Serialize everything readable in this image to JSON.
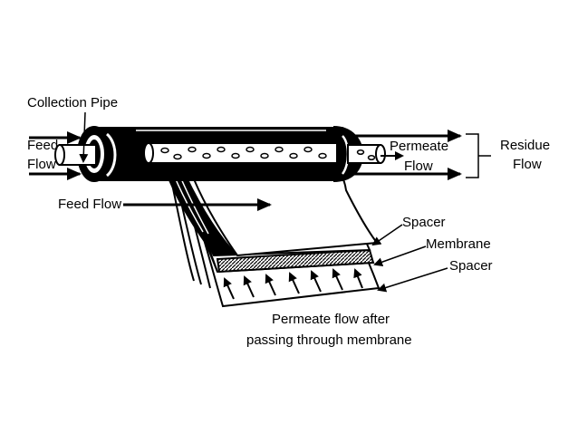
{
  "labels": {
    "collection_pipe": "Collection Pipe",
    "feed_flow_left_line1": "Feed",
    "feed_flow_left_line2": "Flow",
    "feed_flow_center": "Feed Flow",
    "permeate_flow_line1": "Permeate",
    "permeate_flow_line2": "Flow",
    "residue_flow_line1": "Residue",
    "residue_flow_line2": "Flow",
    "spacer_top": "Spacer",
    "membrane": "Membrane",
    "spacer_bottom": "Spacer",
    "permeate_after_line1": "Permeate flow after",
    "permeate_after_line2": "passing through membrane"
  },
  "colors": {
    "ink": "#000000",
    "background": "#ffffff",
    "membrane_fill": "#444444"
  }
}
